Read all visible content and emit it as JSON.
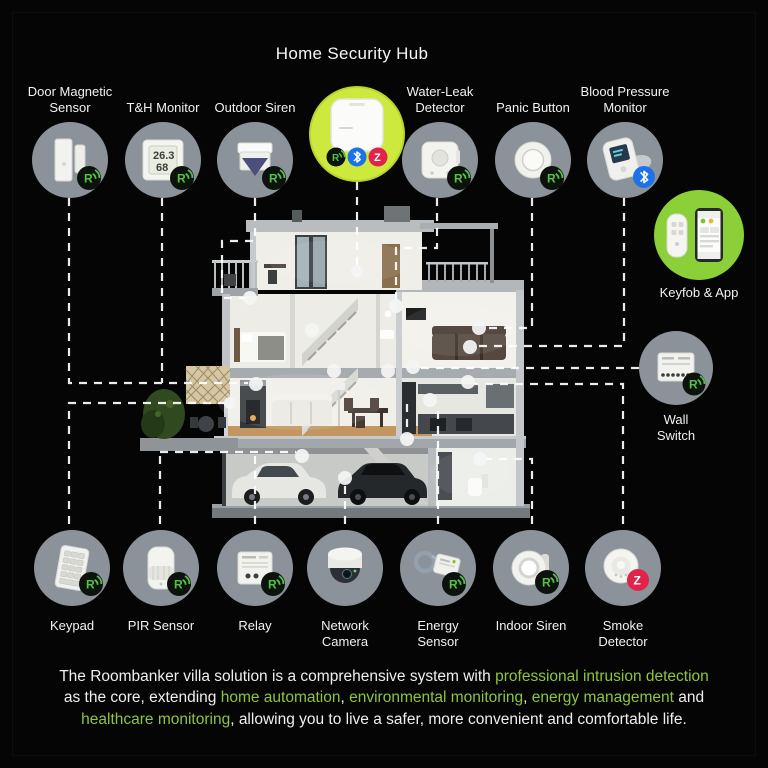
{
  "title": "Home Security Hub",
  "colors": {
    "accent_green": "#8cc63f",
    "hub_circle_green": "#cde93e",
    "keyfob_circle_green": "#8bd038",
    "device_circle_gray": "#8b9299",
    "bluetooth_blue": "#1e72e8",
    "zigbee_red": "#e1234a",
    "label_text": "#f2f2f2",
    "background": "#050505"
  },
  "hub": {
    "icon": "security-hub-icon",
    "badges": [
      "roombanker-radio-badge",
      "bluetooth-badge",
      "zigbee-badge"
    ]
  },
  "top_devices": [
    {
      "label": "Door Magnetic Sensor",
      "icon": "door-magnetic-sensor-icon",
      "badge": "roombanker-radio-badge"
    },
    {
      "label": "T&H Monitor",
      "icon": "th-monitor-icon",
      "badge": "roombanker-radio-badge",
      "display": {
        "temp": "26.3",
        "humidity": "68"
      }
    },
    {
      "label": "Outdoor Siren",
      "icon": "outdoor-siren-icon",
      "badge": "roombanker-radio-badge"
    },
    {
      "label": "Water-Leak Detector",
      "icon": "water-leak-detector-icon",
      "badge": "roombanker-radio-badge"
    },
    {
      "label": "Panic Button",
      "icon": "panic-button-icon",
      "badge": "roombanker-radio-badge"
    },
    {
      "label": "Blood Pressure Monitor",
      "icon": "blood-pressure-monitor-icon",
      "badge": "bluetooth-badge"
    }
  ],
  "right_devices": [
    {
      "label": "Keyfob & App",
      "icon": "keyfob-and-app-icon"
    },
    {
      "label": "Wall Switch",
      "icon": "wall-switch-icon",
      "badge": "roombanker-radio-badge"
    }
  ],
  "bottom_devices": [
    {
      "label": "Keypad",
      "icon": "keypad-icon",
      "badge": "roombanker-radio-badge"
    },
    {
      "label": "PIR Sensor",
      "icon": "pir-sensor-icon",
      "badge": "roombanker-radio-badge"
    },
    {
      "label": "Relay",
      "icon": "relay-icon",
      "badge": "roombanker-radio-badge"
    },
    {
      "label": "Network Camera",
      "icon": "network-camera-icon"
    },
    {
      "label": "Energy Sensor",
      "icon": "energy-sensor-icon",
      "badge": "roombanker-radio-badge"
    },
    {
      "label": "Indoor Siren",
      "icon": "indoor-siren-icon",
      "badge": "roombanker-radio-badge"
    },
    {
      "label": "Smoke Detector",
      "icon": "smoke-detector-icon",
      "badge": "zigbee-badge"
    }
  ],
  "description": {
    "segments": [
      {
        "text": "The Roombanker villa solution is a comprehensive system with "
      },
      {
        "text": "professional intrusion detection",
        "highlight": true
      },
      {
        "br": true
      },
      {
        "text": "as the core, extending "
      },
      {
        "text": "home automation",
        "highlight": true
      },
      {
        "text": ", "
      },
      {
        "text": "environmental monitoring",
        "highlight": true
      },
      {
        "text": ", "
      },
      {
        "text": "energy management",
        "highlight": true
      },
      {
        "text": " and"
      },
      {
        "br": true
      },
      {
        "text": "healthcare monitoring",
        "highlight": true
      },
      {
        "text": ", allowing you to live a safer, more convenient and comfortable life."
      }
    ]
  }
}
